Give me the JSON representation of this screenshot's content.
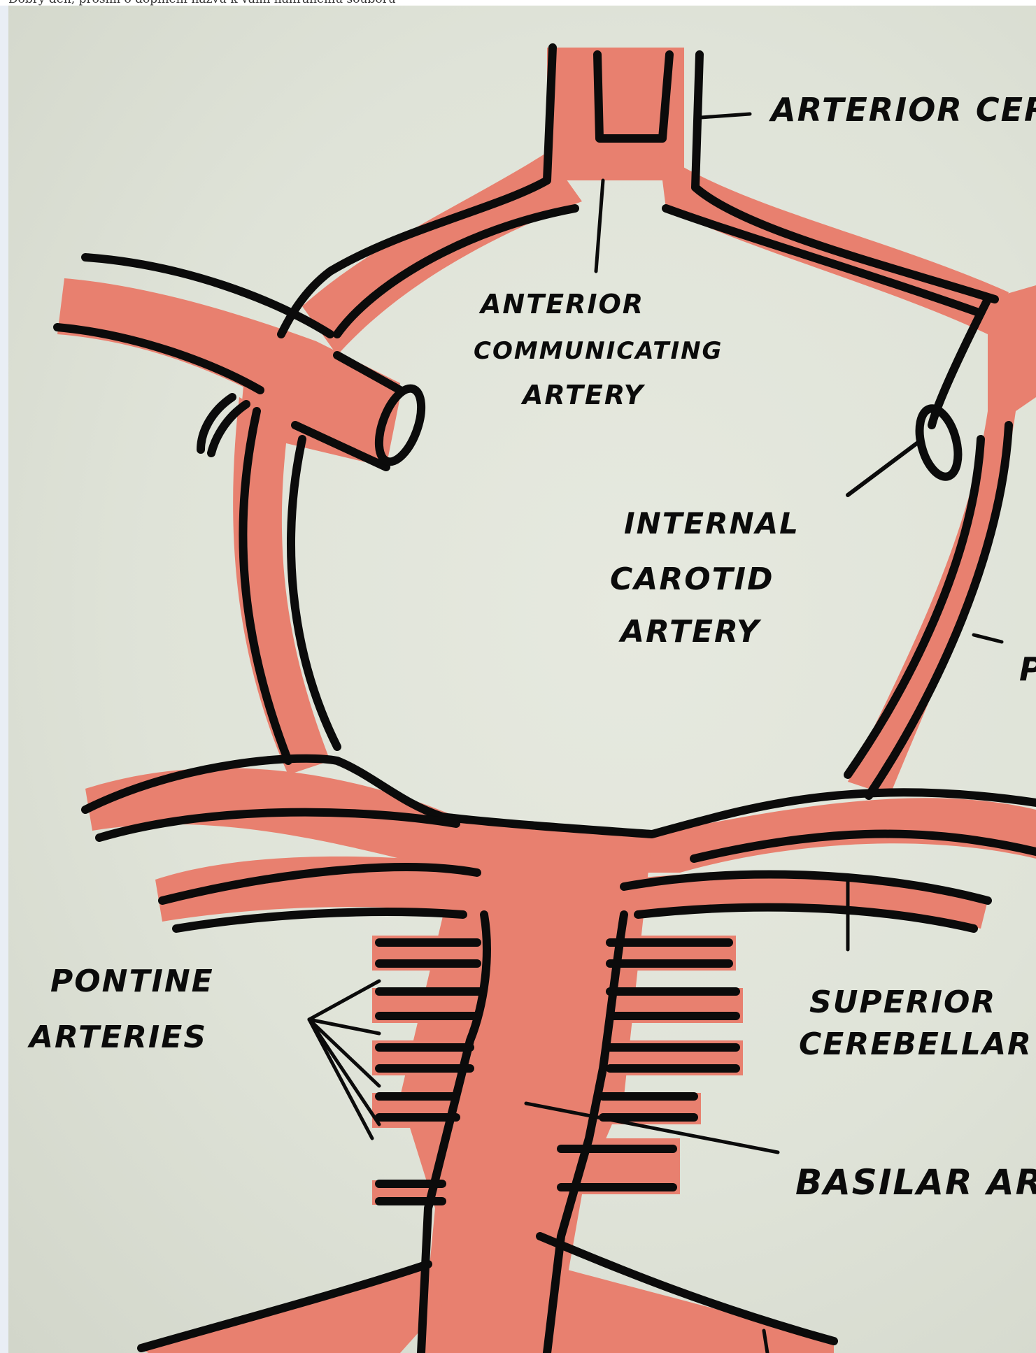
{
  "header_text": "Dobrý den, prosím o doplnění názvů k vámi nahranému souboru",
  "diagram": {
    "colors": {
      "artery_fill": "#e8806f",
      "outline": "#0b0b0b",
      "paper": "#dfe3d8"
    },
    "labels": {
      "anterior_cerebral": "ARTERIOR CERE",
      "anterior_communicating_l1": "ANTERIOR",
      "anterior_communicating_l2": "COMMUNICATING",
      "anterior_communicating_l3": "ARTERY",
      "internal_carotid_l1": "INTERNAL",
      "internal_carotid_l2": "CAROTID",
      "internal_carotid_l3": "ARTERY",
      "posterior_partial": "P",
      "pontine_l1": "PONTINE",
      "pontine_l2": "ARTERIES",
      "superior_cerebellar_l1": "SUPERIOR",
      "superior_cerebellar_l2": "CEREBELLAR",
      "basilar": "BASILAR AR"
    }
  }
}
